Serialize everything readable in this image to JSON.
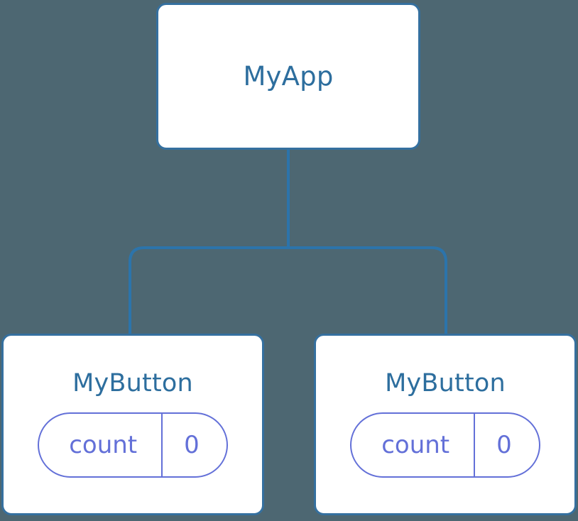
{
  "diagram": {
    "type": "component-tree",
    "background_color": "#4d6772",
    "connector_color": "#2c74ab",
    "node_border_color": "#35709f",
    "node_fill_color": "#ffffff",
    "node_title_color": "#2d6e9e",
    "state_accent_color": "#6370d8",
    "root": {
      "name": "root-node",
      "title": "MyApp",
      "state": []
    },
    "children": [
      {
        "name": "child-node-left",
        "title": "MyButton",
        "state": [
          {
            "key": "count",
            "value": "0"
          }
        ]
      },
      {
        "name": "child-node-right",
        "title": "MyButton",
        "state": [
          {
            "key": "count",
            "value": "0"
          }
        ]
      }
    ]
  }
}
